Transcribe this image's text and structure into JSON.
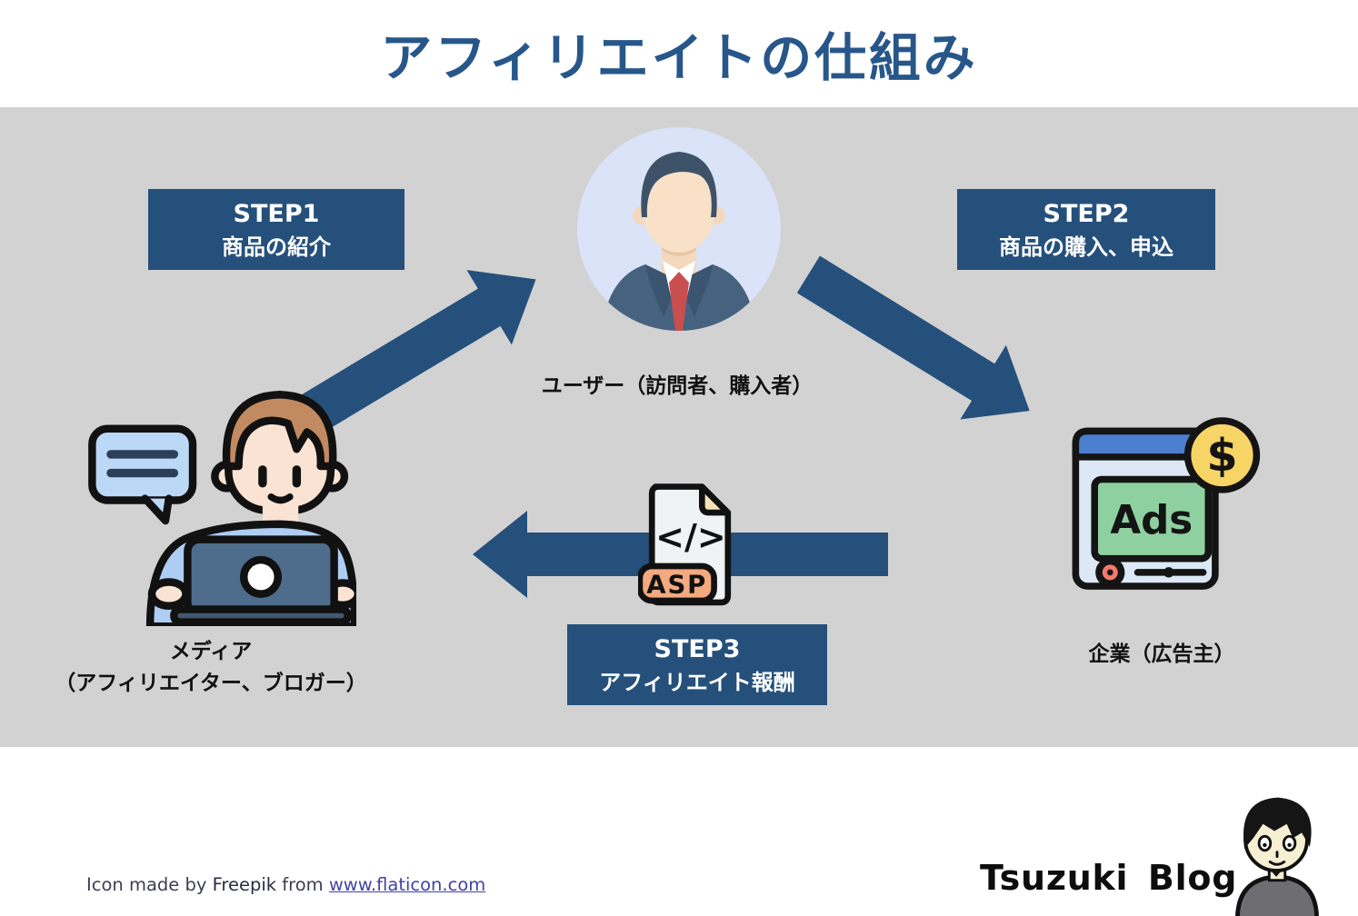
{
  "title": {
    "text": "アフィリエイトの仕組み"
  },
  "steps": [
    {
      "name": "STEP1",
      "desc": "商品の紹介"
    },
    {
      "name": "STEP2",
      "desc": "商品の購入、申込"
    },
    {
      "name": "STEP3",
      "desc": "アフィリエイト報酬"
    }
  ],
  "nodes": {
    "user": {
      "label": "ユーザー（訪問者、購入者）"
    },
    "media": {
      "line1": "メディア",
      "line2": "（アフィリエイター、ブロガー）"
    },
    "advertiser": {
      "label": "企業（広告主）"
    }
  },
  "icons": {
    "ads": {
      "text": "Ads",
      "currency": "$"
    },
    "asp": {
      "badge": "ASP",
      "code_glyph": "</>"
    }
  },
  "footer": {
    "credit_before": "Icon made by ",
    "credit_author": "Freepik",
    "credit_mid": " from ",
    "credit_link": "www.flaticon.com"
  },
  "brand": {
    "text": "Tsuzuki Blog"
  },
  "colors": {
    "navy": "#25507B",
    "title_navy": "#27578A",
    "canvas_gray": "#D2D2D2",
    "link_purple": "#4343A8",
    "step_text": "#FFFFFF"
  }
}
